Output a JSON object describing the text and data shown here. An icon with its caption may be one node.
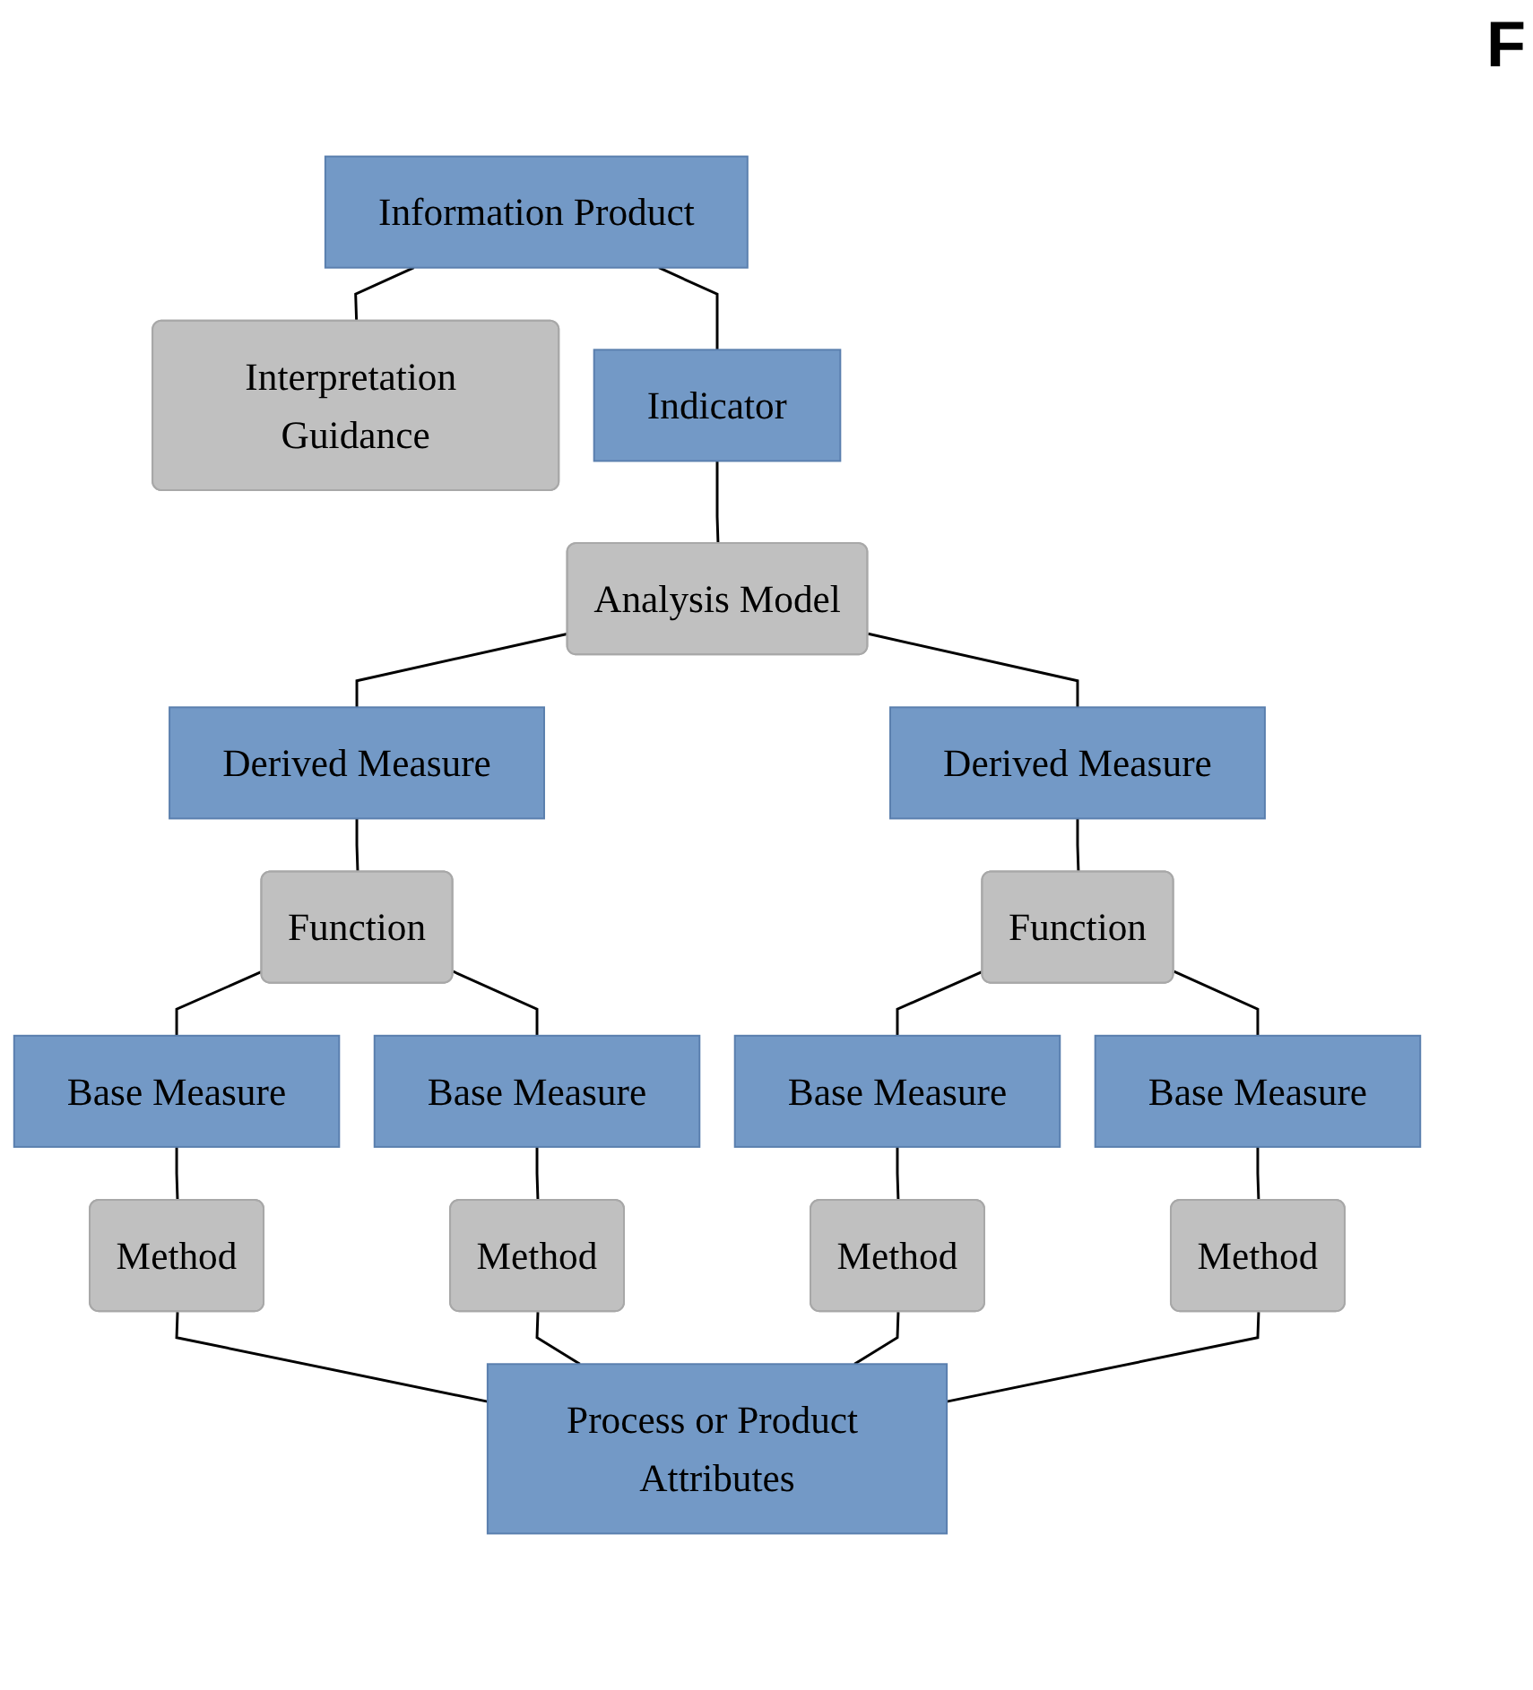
{
  "diagram": {
    "nodes": [
      {
        "text": [
          "Information Product"
        ]
      },
      {
        "text": [
          "Interpretation Guidance"
        ]
      },
      {
        "text": [
          "Indicator"
        ]
      },
      {
        "text": [
          "Analysis Model"
        ]
      },
      {
        "text": [
          "Derived Measure"
        ]
      },
      {
        "text": [
          "Derived Measure"
        ]
      },
      {
        "text": [
          "Function"
        ]
      },
      {
        "text": [
          "Function"
        ]
      },
      {
        "text": [
          "Base Measure"
        ]
      },
      {
        "text": [
          "Base Measure"
        ]
      },
      {
        "text": [
          "Base Measure"
        ]
      },
      {
        "text": [
          "Base Measure"
        ]
      },
      {
        "text": [
          "Method"
        ]
      },
      {
        "text": [
          "Method"
        ]
      },
      {
        "text": [
          "Method"
        ]
      },
      {
        "text": [
          "Method"
        ]
      },
      {
        "text": [
          "Process or Product Attributes"
        ]
      }
    ],
    "edges": [
      {
        "from": 0,
        "to": 1,
        "arrow": "none"
      },
      {
        "from": 0,
        "to": 2,
        "arrow": "none"
      },
      {
        "from": 2,
        "to": 3,
        "arrow": "none"
      },
      {
        "from": 3,
        "to": 4,
        "arrow": "none"
      },
      {
        "from": 3,
        "to": 5,
        "arrow": "none"
      },
      {
        "from": 4,
        "to": 6,
        "arrow": "none"
      },
      {
        "from": 5,
        "to": 7,
        "arrow": "none"
      },
      {
        "from": 6,
        "to": 8,
        "arrow": "none"
      },
      {
        "from": 6,
        "to": 9,
        "arrow": "none"
      },
      {
        "from": 7,
        "to": 10,
        "arrow": "none"
      },
      {
        "from": 7,
        "to": 11,
        "arrow": "none"
      },
      {
        "from": 8,
        "to": 12,
        "arrow": "none"
      },
      {
        "from": 9,
        "to": 13,
        "arrow": "none"
      },
      {
        "from": 10,
        "to": 14,
        "arrow": "none"
      },
      {
        "from": 11,
        "to": 15,
        "arrow": "none"
      },
      {
        "from": 12,
        "to": 16,
        "arrow": "none"
      },
      {
        "from": 13,
        "to": 16,
        "arrow": "none"
      },
      {
        "from": 14,
        "to": 16,
        "arrow": "none"
      },
      {
        "from": 15,
        "to": 16,
        "arrow": "none"
      }
    ],
    "labels": [
      "F"
    ]
  }
}
